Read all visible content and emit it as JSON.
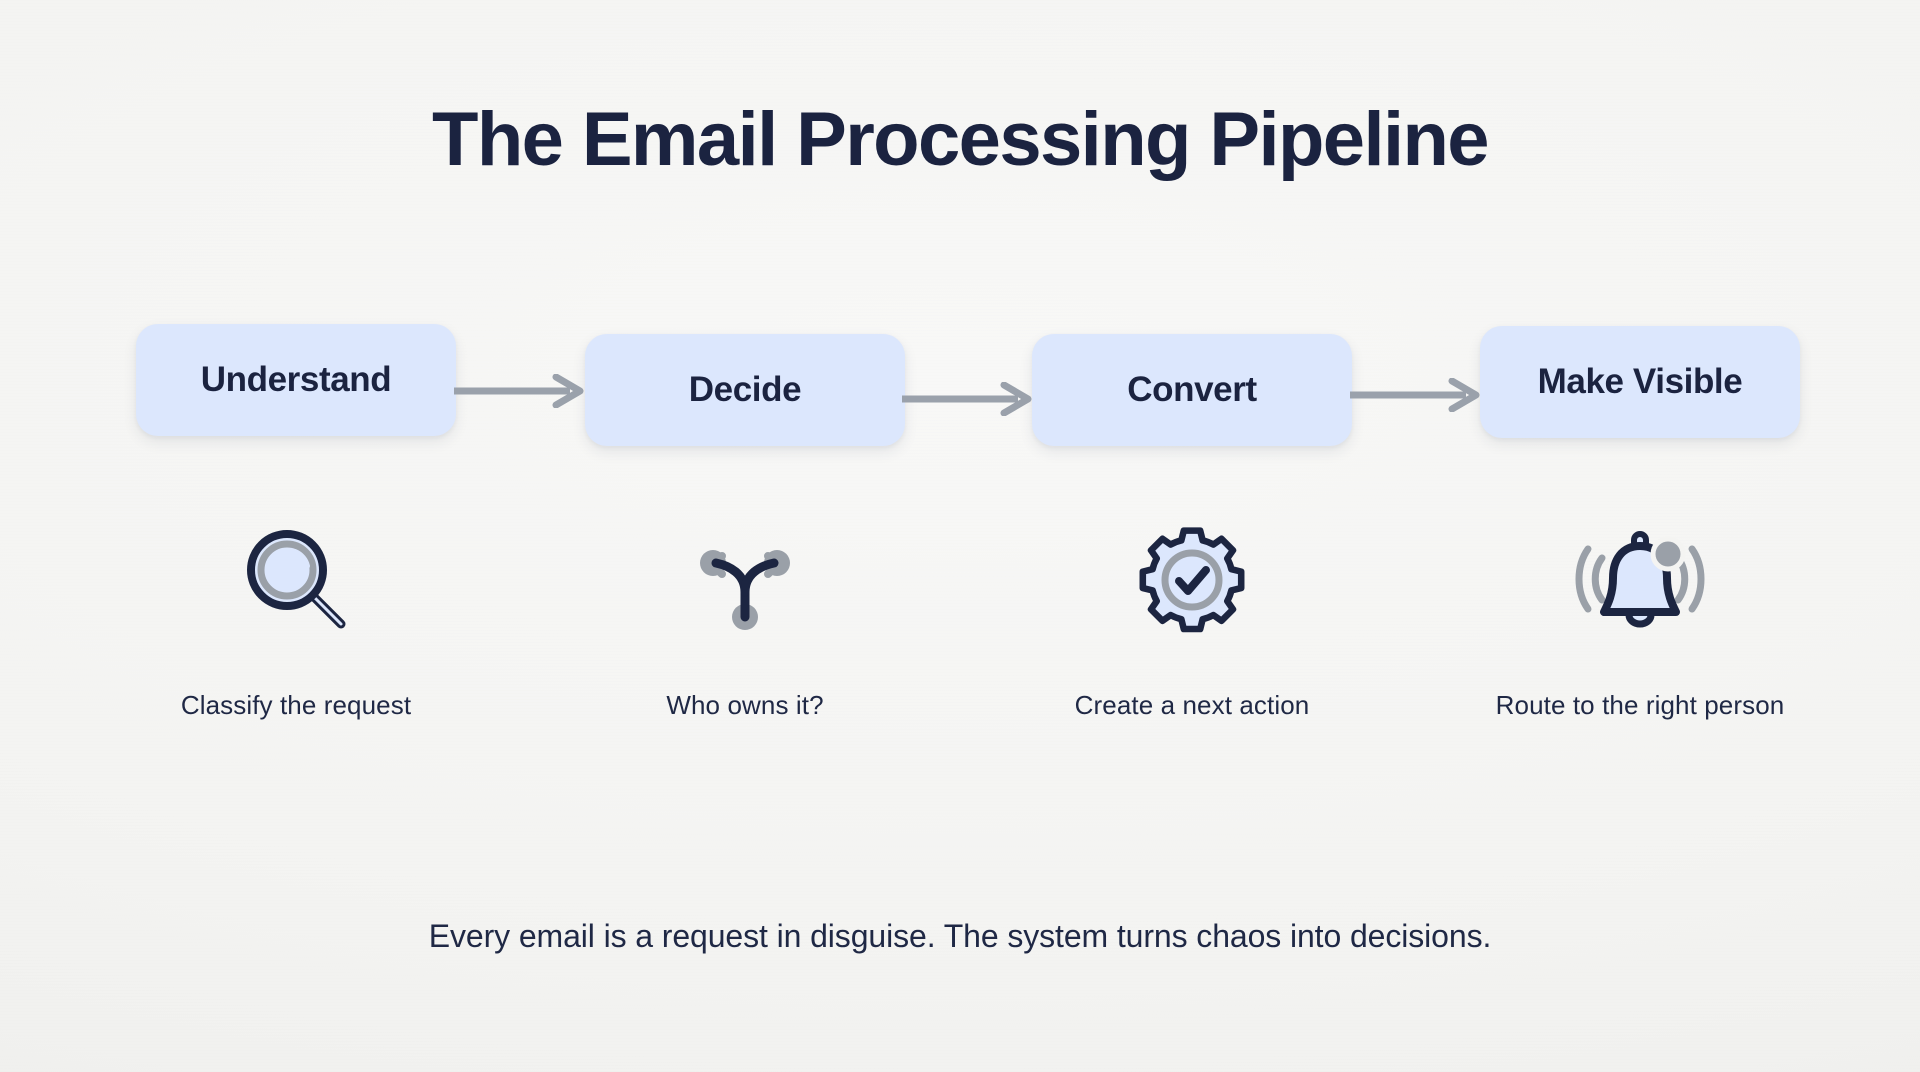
{
  "title": "The Email Processing Pipeline",
  "tagline": "Every email is a request in disguise. The system turns chaos into decisions.",
  "colors": {
    "background": "#f4f4f2",
    "box_fill": "#dce7fd",
    "text_navy": "#1b2340",
    "arrow_gray": "#9aa1ab",
    "icon_outline": "#1c2541",
    "icon_fill": "#dce7fd",
    "icon_gray": "#9aa0a8"
  },
  "stages": [
    {
      "label": "Understand",
      "caption": "Classify the request",
      "icon": "magnifier-icon"
    },
    {
      "label": "Decide",
      "caption": "Who owns it?",
      "icon": "branch-fork-icon"
    },
    {
      "label": "Convert",
      "caption": "Create a next action",
      "icon": "gear-check-icon"
    },
    {
      "label": "Make Visible",
      "caption": "Route to the right person",
      "icon": "bell-notification-icon"
    }
  ],
  "connectors": [
    {
      "name": "arrow-1"
    },
    {
      "name": "arrow-2"
    },
    {
      "name": "arrow-3"
    }
  ]
}
